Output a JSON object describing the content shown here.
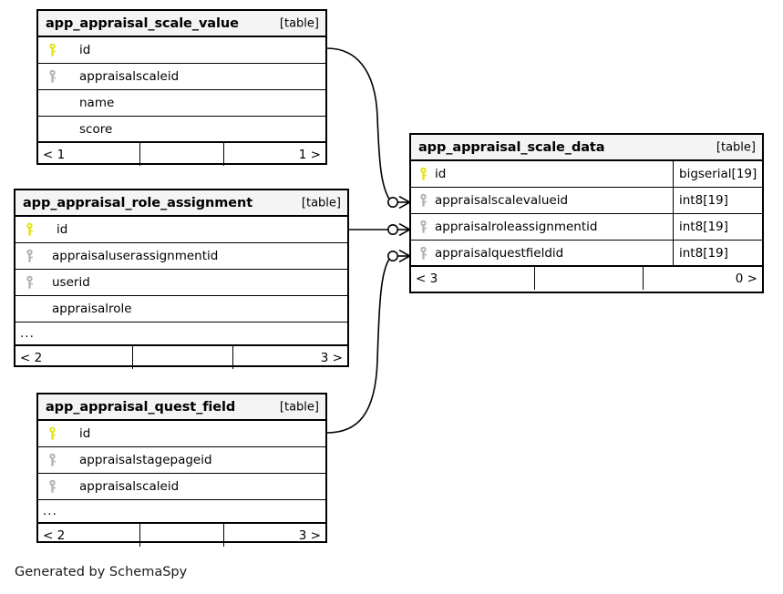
{
  "diagram": {
    "kind": "entity-relationship-diagram",
    "generator_note": "Generated by SchemaSpy",
    "table_tag": "[table]",
    "ellipsis": "...",
    "colors": {
      "background": "#ffffff",
      "border": "#000000",
      "header_fill": "#f4f4f4",
      "primary_key_icon": "#e3e317",
      "foreign_key_icon": "#b3b3b3",
      "text": "#000000"
    }
  },
  "tables": [
    {
      "id": "app_appraisal_scale_value",
      "name": "app_appraisal_scale_value",
      "tag": "[table]",
      "columns": [
        {
          "name": "id",
          "key": "primary"
        },
        {
          "name": "appraisalscaleid",
          "key": "foreign"
        },
        {
          "name": "name",
          "key": "none"
        },
        {
          "name": "score",
          "key": "none"
        }
      ],
      "footer": {
        "left": "< 1",
        "middle": "",
        "right": "1 >"
      }
    },
    {
      "id": "app_appraisal_role_assignment",
      "name": "app_appraisal_role_assignment",
      "tag": "[table]",
      "columns": [
        {
          "name": "id",
          "key": "primary"
        },
        {
          "name": "appraisaluserassignmentid",
          "key": "foreign"
        },
        {
          "name": "userid",
          "key": "foreign"
        },
        {
          "name": "appraisalrole",
          "key": "none"
        },
        {
          "name": "...",
          "key": "none",
          "is_ellipsis": true
        }
      ],
      "footer": {
        "left": "< 2",
        "middle": "",
        "right": "3 >"
      }
    },
    {
      "id": "app_appraisal_quest_field",
      "name": "app_appraisal_quest_field",
      "tag": "[table]",
      "columns": [
        {
          "name": "id",
          "key": "primary"
        },
        {
          "name": "appraisalstagepageid",
          "key": "foreign"
        },
        {
          "name": "appraisalscaleid",
          "key": "foreign"
        },
        {
          "name": "...",
          "key": "none",
          "is_ellipsis": true
        }
      ],
      "footer": {
        "left": "< 2",
        "middle": "",
        "right": "3 >"
      }
    },
    {
      "id": "app_appraisal_scale_data",
      "name": "app_appraisal_scale_data",
      "tag": "[table]",
      "columns": [
        {
          "name": "id",
          "key": "primary",
          "type": "bigserial[19]"
        },
        {
          "name": "appraisalscalevalueid",
          "key": "foreign",
          "type": "int8[19]"
        },
        {
          "name": "appraisalroleassignmentid",
          "key": "foreign",
          "type": "int8[19]"
        },
        {
          "name": "appraisalquestfieldid",
          "key": "foreign",
          "type": "int8[19]"
        }
      ],
      "footer": {
        "left": "< 3",
        "middle": "",
        "right": "0 >"
      }
    }
  ],
  "relationships": [
    {
      "from_table": "app_appraisal_scale_value",
      "from_column": "id",
      "to_table": "app_appraisal_scale_data",
      "to_column": "appraisalscalevalueid",
      "shape": "curve-down"
    },
    {
      "from_table": "app_appraisal_role_assignment",
      "from_column": "id",
      "to_table": "app_appraisal_scale_data",
      "to_column": "appraisalroleassignmentid",
      "shape": "straight"
    },
    {
      "from_table": "app_appraisal_quest_field",
      "from_column": "id",
      "to_table": "app_appraisal_scale_data",
      "to_column": "appraisalquestfieldid",
      "shape": "curve-up"
    }
  ]
}
